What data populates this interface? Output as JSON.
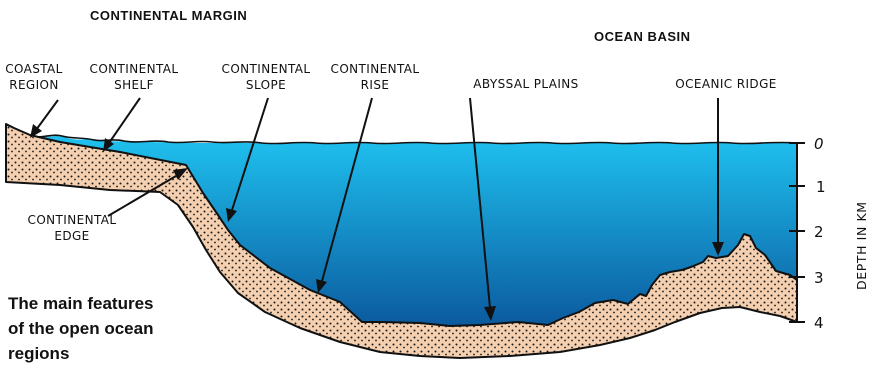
{
  "headings": {
    "continental_margin": "CONTINENTAL MARGIN",
    "ocean_basin": "OCEAN BASIN"
  },
  "labels": {
    "coastal_region": [
      "COASTAL",
      "REGION"
    ],
    "continental_shelf": [
      "CONTINENTAL",
      "SHELF"
    ],
    "continental_slope": [
      "CONTINENTAL",
      "SLOPE"
    ],
    "continental_rise": [
      "CONTINENTAL",
      "RISE"
    ],
    "abyssal_plains": "ABYSSAL PLAINS",
    "oceanic_ridge": "OCEANIC RIDGE",
    "continental_edge": [
      "CONTINENTAL",
      "EDGE"
    ]
  },
  "depth_axis": {
    "title": "DEPTH IN KM",
    "ticks": [
      "0",
      "1",
      "2",
      "3",
      "4"
    ]
  },
  "caption": [
    "The main features",
    "of the open ocean",
    "regions"
  ],
  "colors": {
    "water_top": "#1fc2f0",
    "water_bottom": "#0b5a9e",
    "sediment": "#f4cfb0",
    "dots": "#1a1a1a",
    "outline": "#111111"
  }
}
